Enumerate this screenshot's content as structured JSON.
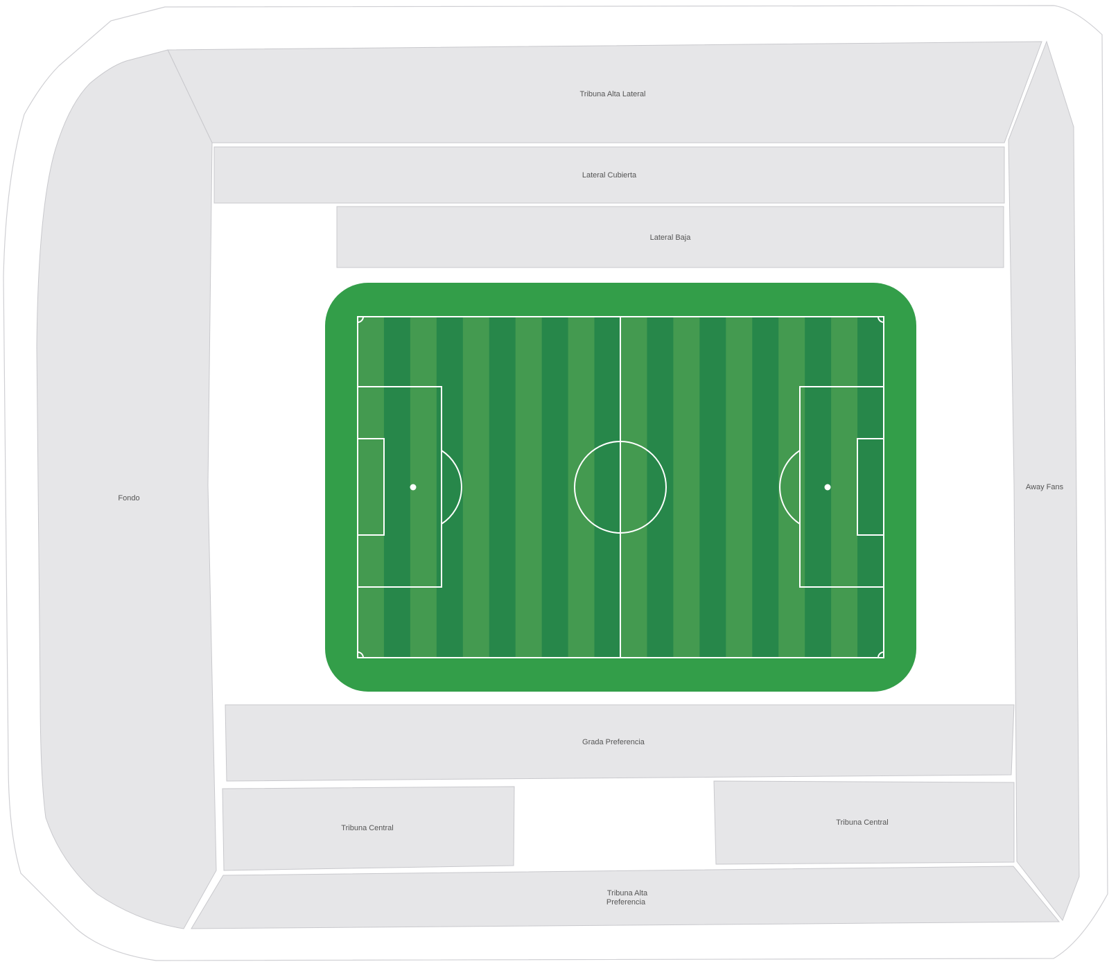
{
  "sections": {
    "tribuna_alta_lateral": {
      "label": "Tribuna Alta Lateral"
    },
    "lateral_cubierta": {
      "label": "Lateral Cubierta"
    },
    "lateral_baja": {
      "label": "Lateral Baja"
    },
    "fondo": {
      "label": "Fondo"
    },
    "away_fans": {
      "label": "Away Fans"
    },
    "grada_preferencia": {
      "label": "Grada Preferencia"
    },
    "tribuna_central_left": {
      "label": "Tribuna Central"
    },
    "tribuna_central_right": {
      "label": "Tribuna Central"
    },
    "tribuna_alta_preferencia": {
      "line1": "Tribuna Alta",
      "line2": "Preferencia"
    }
  },
  "colors": {
    "section_fill": "#e6e6e8",
    "pitch_surround": "#339e49",
    "stripe_light": "#449a50",
    "stripe_dark": "#27874a",
    "lines": "#ffffff"
  }
}
